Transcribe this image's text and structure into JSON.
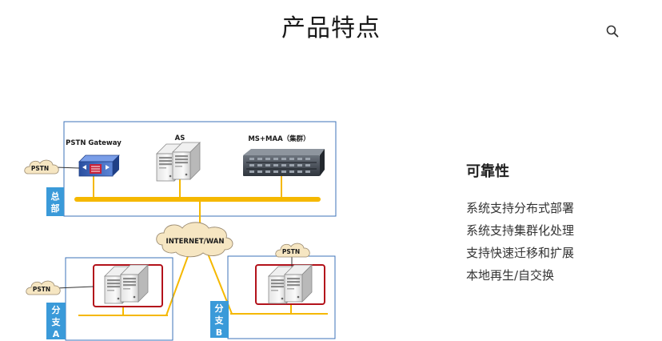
{
  "header": {
    "title": "产品特点"
  },
  "icons": {
    "search": "search-icon"
  },
  "diagram": {
    "hq_label": "总\n部",
    "branch_a_label": "分\n支\nA",
    "branch_b_label": "分\n支\nB",
    "pstn_gateway_label": "PSTN Gateway",
    "as_label": "AS",
    "ms_label": "MS+MAA（集群）",
    "pstn_label": "PSTN",
    "internet_label": "INTERNET/WAN"
  },
  "features": {
    "heading": "可靠性",
    "items": [
      "系统支持分布式部署",
      "系统支持集群化处理",
      "支持快速迁移和扩展",
      "本地再生/自交换"
    ]
  },
  "colors": {
    "box_border": "#3e73b8",
    "label_blue": "#3a9ad9",
    "bus_yellow": "#f5b800",
    "server_frame_red": "#b3121b",
    "cloud_fill": "#f6e6c2"
  }
}
